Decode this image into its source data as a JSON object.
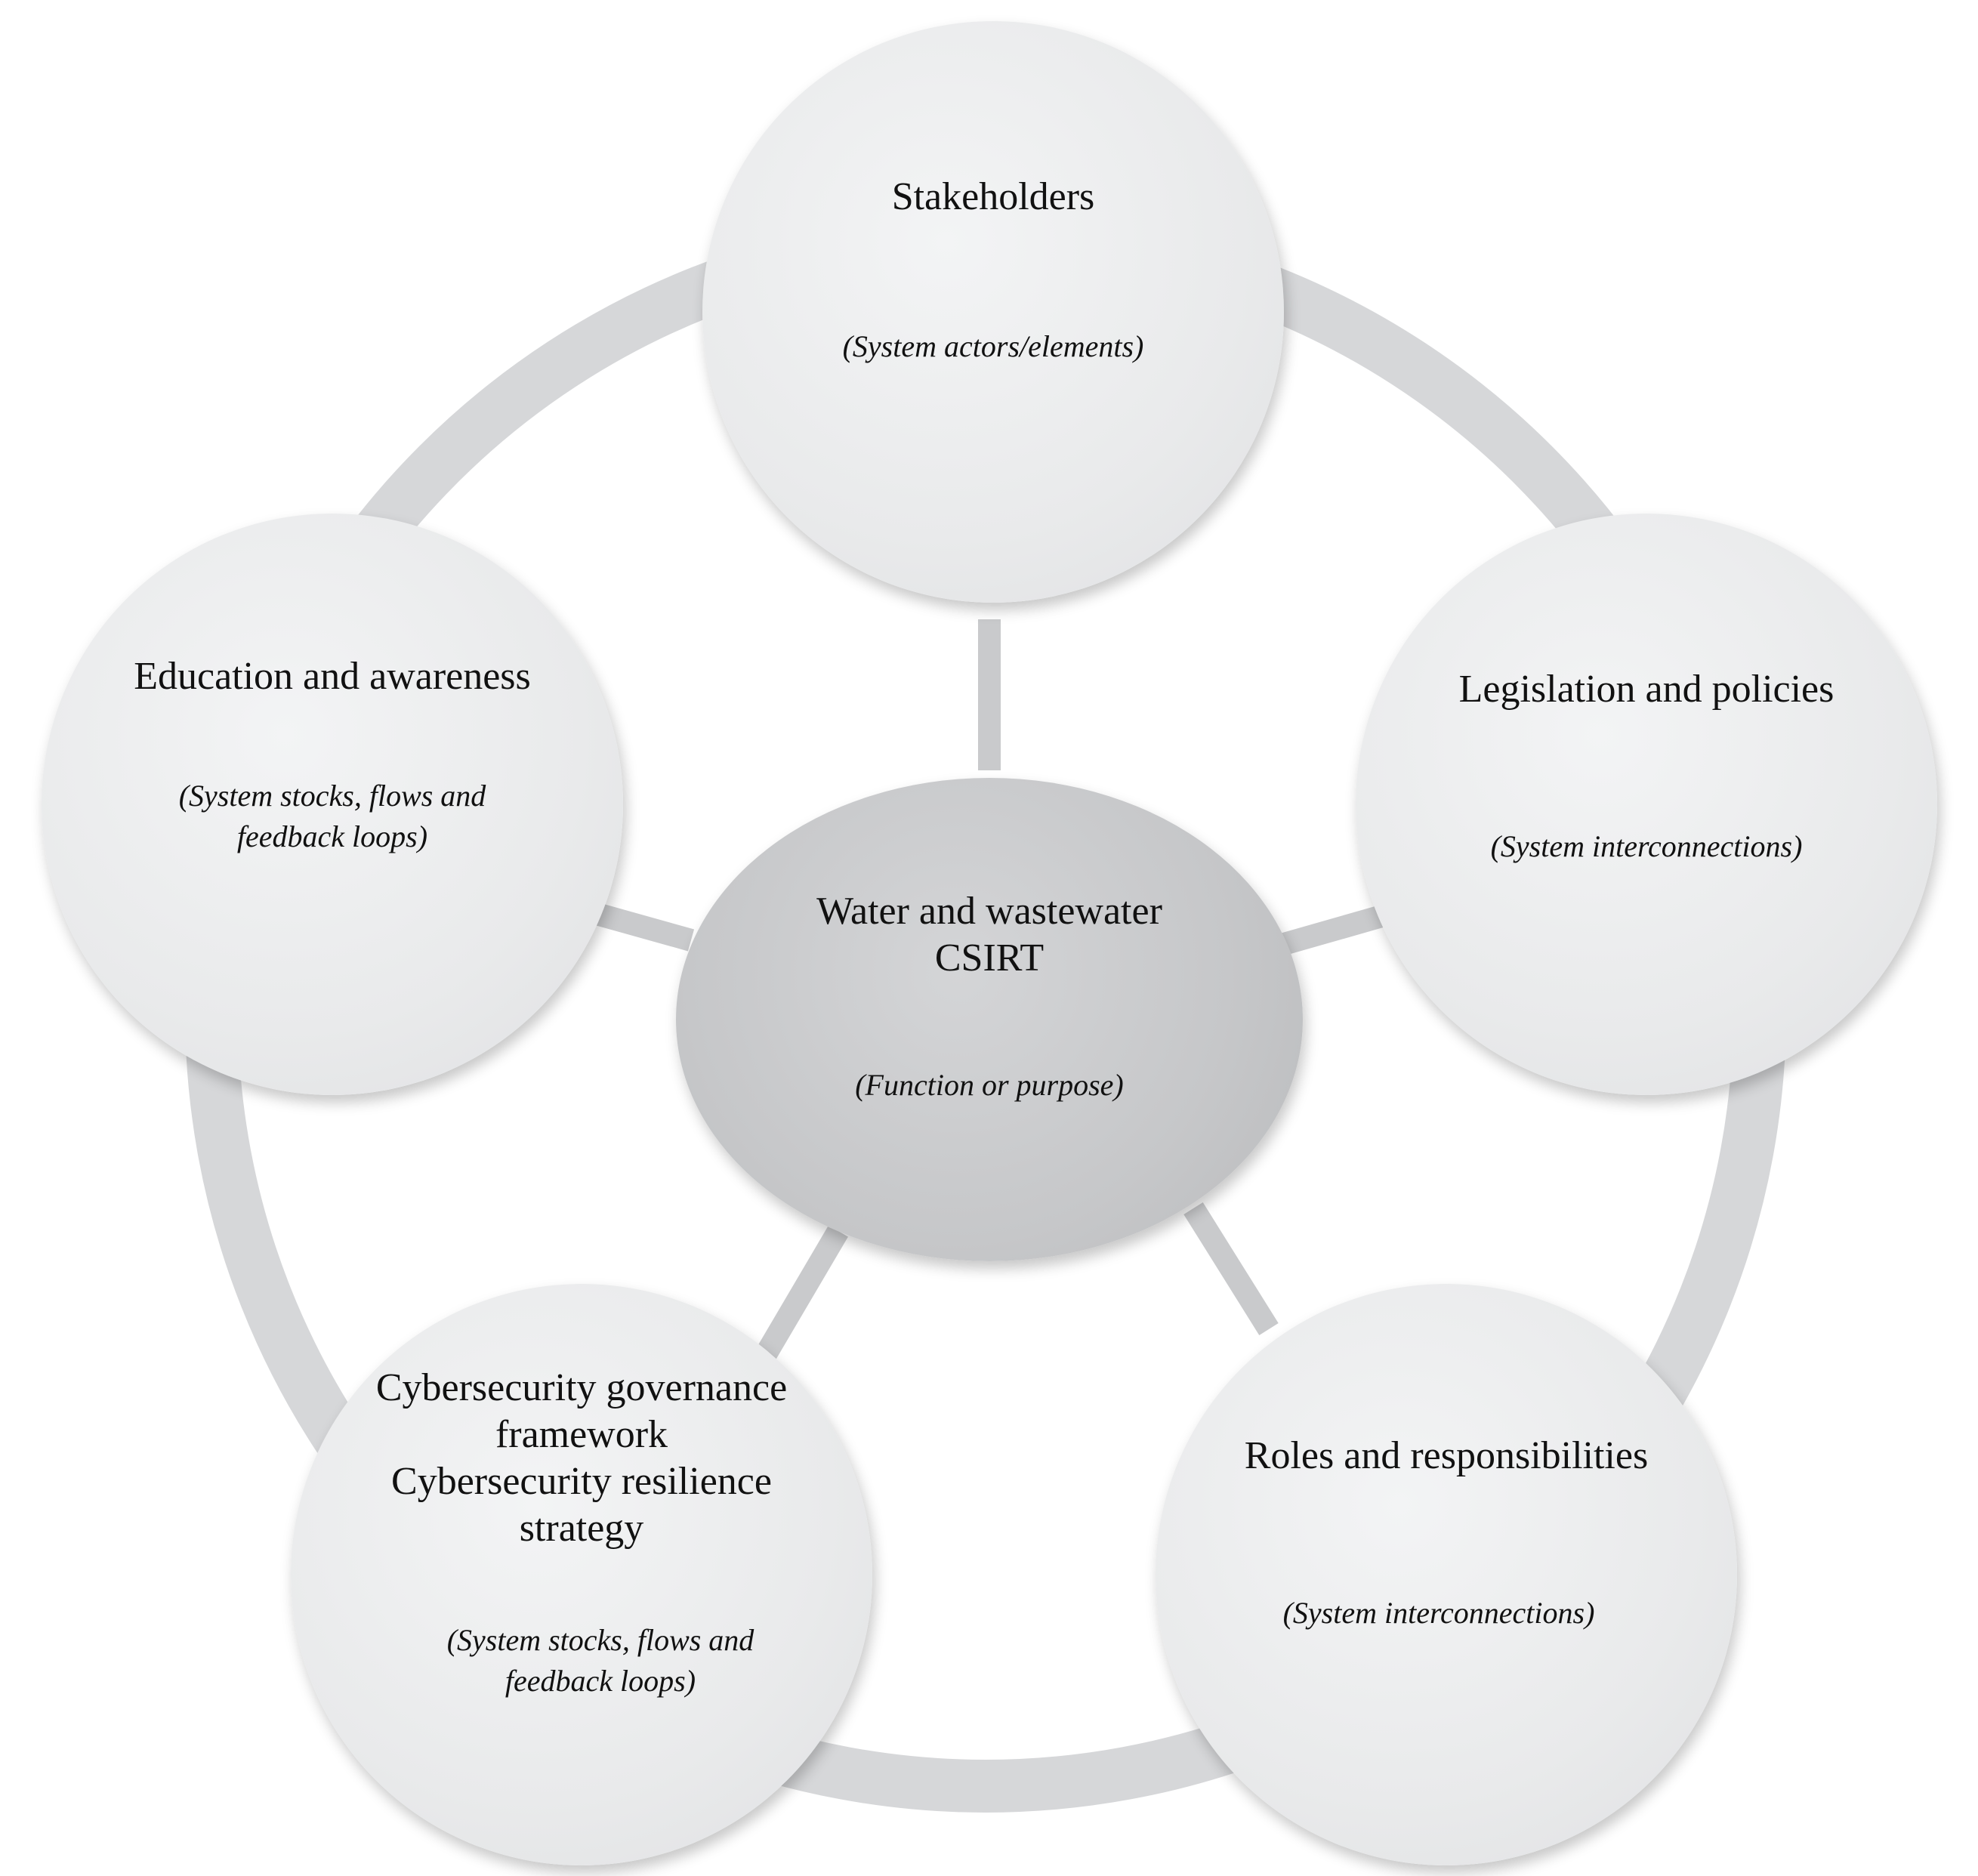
{
  "center": {
    "title_lines": [
      "Water and wastewater",
      "CSIRT"
    ],
    "subtitle_lines": [
      "(Function or purpose)"
    ]
  },
  "nodes": {
    "stakeholders": {
      "title_lines": [
        "Stakeholders"
      ],
      "subtitle_lines": [
        "(System actors/elements)"
      ]
    },
    "legislation": {
      "title_lines": [
        "Legislation and policies"
      ],
      "subtitle_lines": [
        "(System interconnections)"
      ]
    },
    "roles": {
      "title_lines": [
        "Roles and responsibilities"
      ],
      "subtitle_lines": [
        "(System interconnections)"
      ]
    },
    "governance": {
      "title_lines": [
        "Cybersecurity governance",
        "framework",
        "Cybersecurity resilience",
        "strategy"
      ],
      "subtitle_lines": [
        "(System stocks, flows and",
        "feedback loops)"
      ]
    },
    "education": {
      "title_lines": [
        "Education and awareness"
      ],
      "subtitle_lines": [
        "(System stocks, flows and",
        "feedback loops)"
      ]
    }
  },
  "colors": {
    "ring": "#d6d7d9",
    "connector": "#c9cacc",
    "outer_fill": "#e9eaeb",
    "center_fill": "#c6c7c9",
    "text": "#111111"
  }
}
